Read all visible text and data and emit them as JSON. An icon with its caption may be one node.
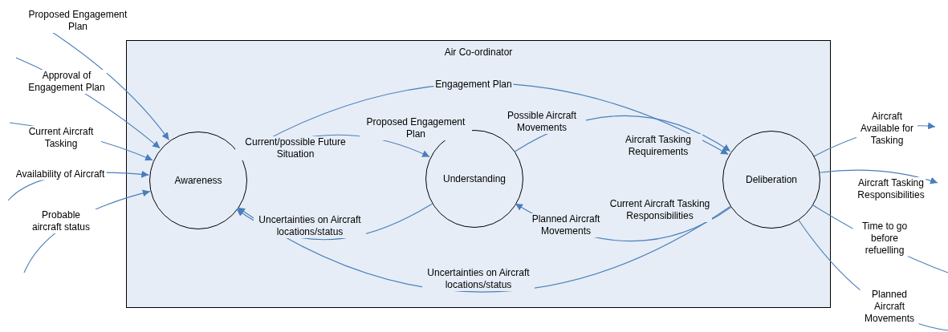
{
  "diagram": {
    "nodes": [
      {
        "text": [
          "Air Co-ordinator"
        ]
      },
      {
        "text": [
          "Awareness"
        ],
        "in": 0
      },
      {
        "text": [
          "Understanding"
        ],
        "in": 0
      },
      {
        "text": [
          "Deliberation"
        ],
        "in": 0
      }
    ],
    "edges": [
      {
        "from": null,
        "to": 1,
        "arrow": "to",
        "label": "Proposed Engagement Plan"
      },
      {
        "from": null,
        "to": 1,
        "arrow": "to",
        "label": "Approval of Engagement Plan"
      },
      {
        "from": null,
        "to": 1,
        "arrow": "to",
        "label": "Current Aircraft Tasking"
      },
      {
        "from": null,
        "to": 1,
        "arrow": "to",
        "label": "Availability of Aircraft"
      },
      {
        "from": null,
        "to": 1,
        "arrow": "to",
        "label": "Probable aircraft status"
      },
      {
        "from": 1,
        "to": 3,
        "arrow": "to",
        "label": "Engagement Plan"
      },
      {
        "from": 1,
        "to": 2,
        "arrow": "to",
        "label": "Current/possible Future Situation"
      },
      {
        "from": 2,
        "to": 3,
        "arrow": "to",
        "label": "Possible Aircraft Movements"
      },
      {
        "from": 3,
        "to": 2,
        "arrow": "to",
        "label": "Planned Aircraft Movements"
      },
      {
        "from": 2,
        "to": 1,
        "arrow": "to",
        "label": "Uncertainties on Aircraft locations/status"
      },
      {
        "from": 3,
        "to": 1,
        "arrow": "to",
        "label": "Uncertainties on Aircraft locations/status"
      },
      {
        "from": 3,
        "to": null,
        "arrow": "to",
        "label": "Aircraft Available for Tasking"
      },
      {
        "from": 3,
        "to": null,
        "arrow": "to",
        "label": "Aircraft Tasking Responsibilities"
      },
      {
        "from": 3,
        "to": null,
        "arrow": "none",
        "label": "Time to go before refuelling"
      },
      {
        "from": 3,
        "to": null,
        "arrow": "none",
        "label": "Planned Aircraft Movements"
      }
    ],
    "labels": [
      "Proposed Engagement Plan",
      "Aircraft Tasking Requirements",
      "Current Aircraft Tasking Responsibilities"
    ]
  }
}
